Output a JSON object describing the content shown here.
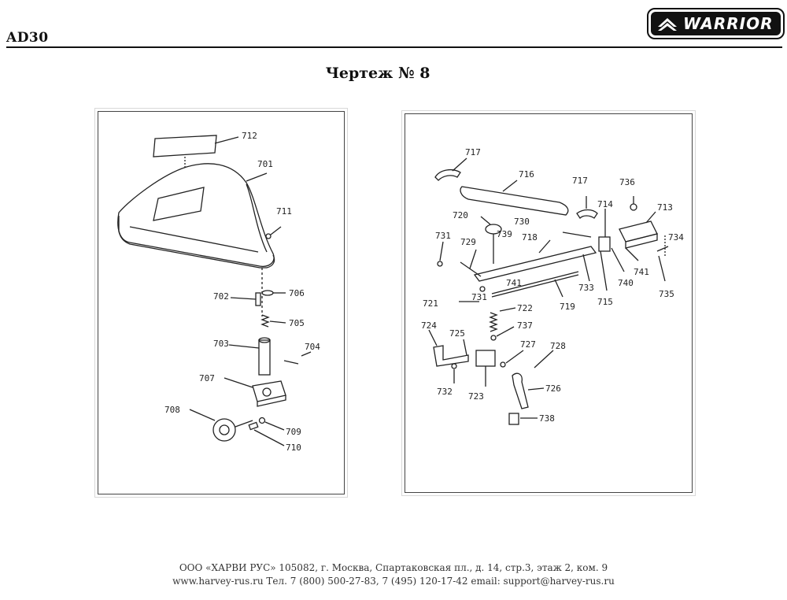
{
  "header": {
    "model": "AD30",
    "brand": "WARRIOR"
  },
  "title": "Чертеж № 8",
  "left_diagram": {
    "labels": {
      "l712": "712",
      "l701": "701",
      "l711": "711",
      "l702": "702",
      "l706": "706",
      "l705": "705",
      "l703": "703",
      "l704": "704",
      "l707": "707",
      "l708": "708",
      "l709": "709",
      "l710": "710"
    }
  },
  "right_diagram": {
    "labels": {
      "l717a": "717",
      "l716": "716",
      "l717b": "717",
      "l736": "736",
      "l714": "714",
      "l713": "713",
      "l720": "720",
      "l730": "730",
      "l731a": "731",
      "l729": "729",
      "l739": "739",
      "l718": "718",
      "l734": "734",
      "l741a": "741",
      "l741b": "741",
      "l740": "740",
      "l733": "733",
      "l715": "715",
      "l735": "735",
      "l721": "721",
      "l731b": "731",
      "l722": "722",
      "l719": "719",
      "l737": "737",
      "l724": "724",
      "l725": "725",
      "l727": "727",
      "l728": "728",
      "l726": "726",
      "l732": "732",
      "l723": "723",
      "l738": "738"
    }
  },
  "footer": {
    "line1": "ООО «ХАРВИ РУС» 105082, г. Москва, Спартаковская пл., д. 14, стр.3, этаж 2, ком. 9",
    "line2": "www.harvey-rus.ru Тел. 7 (800) 500-27-83, 7 (495) 120-17-42 email: support@harvey-rus.ru"
  }
}
